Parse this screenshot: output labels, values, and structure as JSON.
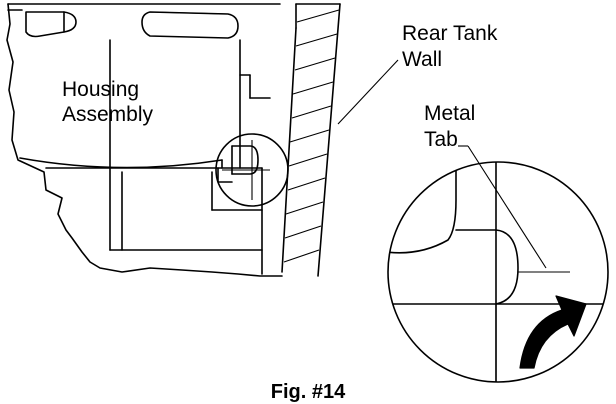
{
  "labels": {
    "housing_line1": "Housing",
    "housing_line2": "Assembly",
    "rear_line1": "Rear Tank",
    "rear_line2": "Wall",
    "metal_line1": "Metal",
    "metal_line2": "Tab"
  },
  "caption": "Fig. #14"
}
